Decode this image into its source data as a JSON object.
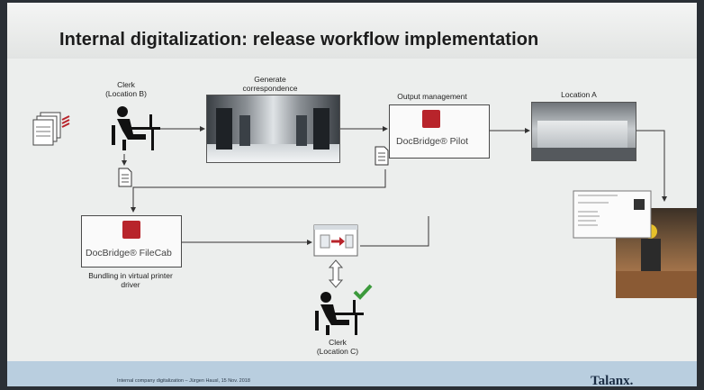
{
  "slide": {
    "title": "Internal digitalization: release workflow implementation",
    "footer_text": "Internal company digitalization – Jürgen Hausl, 15 Nov. 2018",
    "footer_logo": "Talanx."
  },
  "nodes": {
    "clerk_b": "Clerk\n(Location B)",
    "generate": "Generate\ncorrespondence",
    "output_mgmt": "Output management",
    "location_a": "Location A",
    "pilot_product": "DocBridge® Pilot",
    "filecab_product": "DocBridge® FileCab",
    "bundling": "Bundling in virtual printer\ndriver",
    "clerk_c": "Clerk\n(Location C)"
  },
  "colors": {
    "accent_red": "#b8242b",
    "check_green": "#3c9a3c",
    "footer_blue": "#b9cedf"
  },
  "icons": [
    "stacked-documents-icon",
    "clerk-at-desk-icon",
    "document-icon",
    "server-room-photo",
    "printing-machine-photo",
    "warehouse-photo",
    "letter-icon",
    "workflow-screen-icon",
    "checkmark-icon",
    "bidirectional-arrow-icon"
  ]
}
